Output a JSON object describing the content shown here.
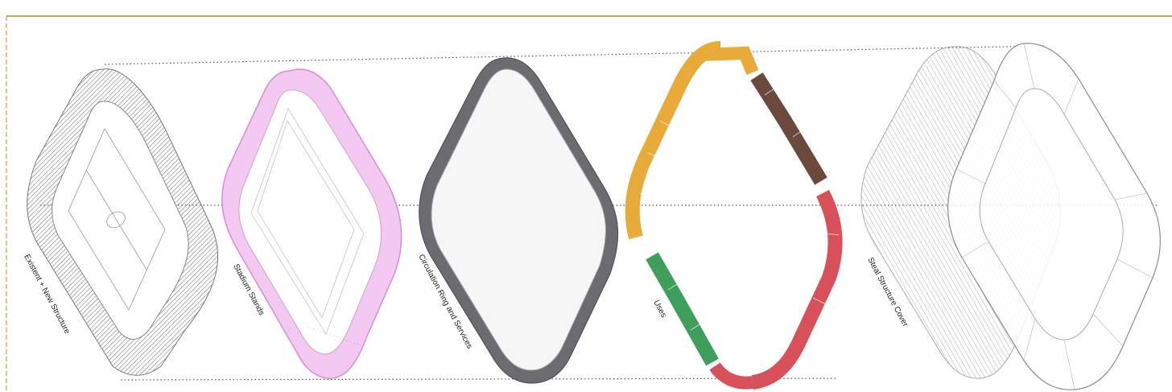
{
  "diagram": {
    "panels": [
      {
        "id": "existent",
        "label": "Existent + New Structure"
      },
      {
        "id": "stands",
        "label": "Stadium Stands"
      },
      {
        "id": "ring",
        "label": "Circulation Ring and Services"
      },
      {
        "id": "uses",
        "label": "Uses"
      },
      {
        "id": "steel",
        "label": "Steal Structure Cover"
      }
    ],
    "colors": {
      "border": "#b8871c",
      "line": "#6e6e6e",
      "stands": "#ec9ae6",
      "ring": "#6b6b70",
      "ring_edge": "#9c9ca2",
      "use_orange": "#e8ab3a",
      "use_brown": "#6b4a3d",
      "use_red": "#d8505a",
      "use_green": "#3e9e5c"
    }
  }
}
